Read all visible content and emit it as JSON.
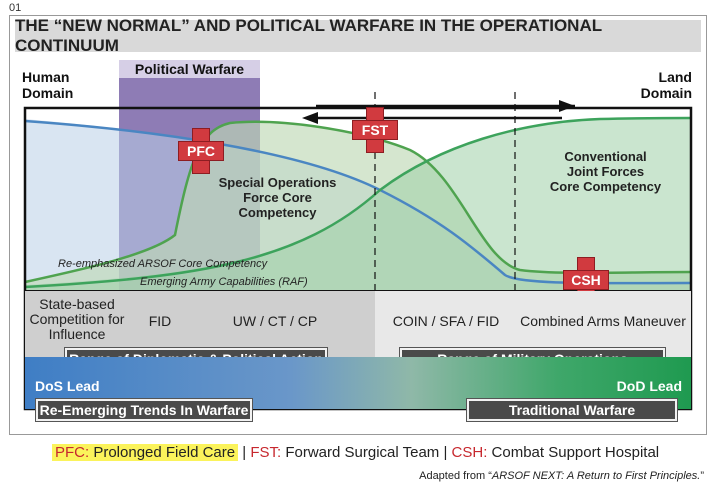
{
  "figure_number": "01",
  "title": "THE “NEW NORMAL” AND POLITICAL WARFARE IN THE OPERATIONAL CONTINUUM",
  "headers": {
    "human_domain": [
      "Human",
      "Domain"
    ],
    "political_warfare": "Political Warfare",
    "land_domain": [
      "Land",
      "Domain"
    ]
  },
  "markers": {
    "pfc": "PFC",
    "fst": "FST",
    "csh": "CSH"
  },
  "curve_labels": {
    "sof": [
      "Special Operations",
      "Force Core",
      "Competency"
    ],
    "conventional": [
      "Conventional",
      "Joint Forces",
      "Core Competency"
    ],
    "arsof": "Re-emphasized ARSOF Core Competency",
    "army": "Emerging Army Capabilities (RAF)"
  },
  "bands": {
    "state_based": [
      "State-based",
      "Competition for",
      "Influence"
    ],
    "fid": "FID",
    "uw_ct_cp": "UW / CT / CP",
    "coin_sfa_fid": "COIN / SFA / FID",
    "combined_arms": "Combined Arms Maneuver"
  },
  "ranges": {
    "diplomatic": "Range of Diplomatic & Political Action",
    "military": "Range of Military Operations"
  },
  "leads": {
    "dos": "DoS Lead",
    "dod": "DoD Lead"
  },
  "trends": {
    "re_emerging": "Re-Emerging Trends In Warfare",
    "traditional": "Traditional Warfare"
  },
  "legend": {
    "pfc_key": "PFC:",
    "pfc_text": " Prolonged Field Care",
    "sep1": " | ",
    "fst_key": "FST:",
    "fst_text": " Forward Surgical Team",
    "sep2": " | ",
    "csh_key": "CSH:",
    "csh_text": " Combat Support Hospital"
  },
  "source": {
    "prefix": "Adapted from “",
    "work": "ARSOF NEXT: A Return to First Principles.",
    "suffix": "”"
  },
  "colors": {
    "dos_blue": "#3f7ec5",
    "dod_green": "#1f9a50",
    "cross_red": "#d13a3f",
    "political_purple": "#7a65a8"
  }
}
